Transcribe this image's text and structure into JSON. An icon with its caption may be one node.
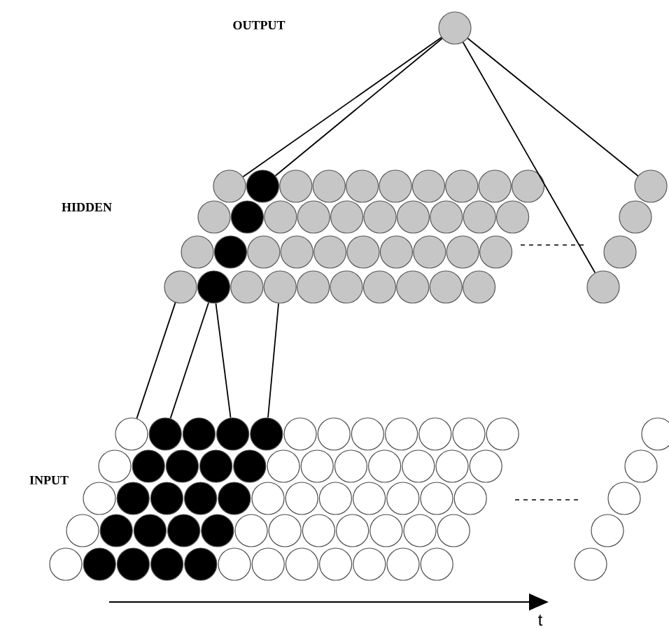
{
  "diagram": {
    "nodes": [
      {
        "text": [],
        "shape": "circle"
      },
      {
        "text": [],
        "shape": "circle"
      },
      {
        "text": [],
        "shape": "circle"
      },
      {
        "text": [],
        "shape": "circle"
      },
      {
        "text": [],
        "shape": "circle"
      },
      {
        "text": [],
        "shape": "circle"
      },
      {
        "text": [],
        "shape": "circle"
      },
      {
        "text": [],
        "shape": "circle"
      },
      {
        "text": [],
        "shape": "circle"
      },
      {
        "text": [],
        "shape": "circle"
      },
      {
        "text": [],
        "shape": "circle"
      },
      {
        "text": [],
        "shape": "circle"
      },
      {
        "text": [],
        "shape": "circle"
      },
      {
        "text": [],
        "shape": "circle"
      },
      {
        "text": [],
        "shape": "circle"
      },
      {
        "text": [],
        "shape": "circle"
      },
      {
        "text": [],
        "shape": "circle"
      },
      {
        "text": [],
        "shape": "circle"
      },
      {
        "text": [],
        "shape": "circle"
      },
      {
        "text": [],
        "shape": "circle"
      },
      {
        "text": [],
        "shape": "circle"
      },
      {
        "text": [],
        "shape": "circle"
      },
      {
        "text": [],
        "shape": "circle"
      },
      {
        "text": [],
        "shape": "circle"
      },
      {
        "text": [],
        "shape": "circle"
      },
      {
        "text": [],
        "shape": "circle"
      },
      {
        "text": [],
        "shape": "circle"
      },
      {
        "text": [],
        "shape": "circle"
      },
      {
        "text": [],
        "shape": "circle"
      },
      {
        "text": [],
        "shape": "circle"
      },
      {
        "text": [],
        "shape": "circle"
      },
      {
        "text": [],
        "shape": "circle"
      },
      {
        "text": [],
        "shape": "circle"
      },
      {
        "text": [],
        "shape": "circle"
      },
      {
        "text": [],
        "shape": "circle"
      },
      {
        "text": [],
        "shape": "circle"
      },
      {
        "text": [],
        "shape": "circle"
      },
      {
        "text": [],
        "shape": "circle"
      },
      {
        "text": [],
        "shape": "circle"
      },
      {
        "text": [],
        "shape": "circle"
      },
      {
        "text": [],
        "shape": "circle"
      },
      {
        "text": [],
        "shape": "circle"
      },
      {
        "text": [],
        "shape": "circle"
      },
      {
        "text": [],
        "shape": "circle"
      },
      {
        "text": [],
        "shape": "circle"
      },
      {
        "text": [],
        "shape": "circle"
      },
      {
        "text": [],
        "shape": "circle"
      },
      {
        "text": [],
        "shape": "circle"
      },
      {
        "text": [],
        "shape": "circle"
      },
      {
        "text": [],
        "shape": "circle"
      },
      {
        "text": [],
        "shape": "circle"
      },
      {
        "text": [],
        "shape": "circle"
      },
      {
        "text": [],
        "shape": "circle"
      },
      {
        "text": [],
        "shape": "circle"
      },
      {
        "text": [],
        "shape": "circle"
      },
      {
        "text": [],
        "shape": "circle"
      },
      {
        "text": [],
        "shape": "circle"
      },
      {
        "text": [],
        "shape": "circle"
      },
      {
        "text": [],
        "shape": "circle"
      },
      {
        "text": [],
        "shape": "circle"
      },
      {
        "text": [],
        "shape": "circle"
      },
      {
        "text": [],
        "shape": "circle"
      },
      {
        "text": [],
        "shape": "circle"
      },
      {
        "text": [],
        "shape": "circle"
      },
      {
        "text": [],
        "shape": "circle"
      },
      {
        "text": [],
        "shape": "circle"
      },
      {
        "text": [],
        "shape": "circle"
      },
      {
        "text": [],
        "shape": "circle"
      },
      {
        "text": [],
        "shape": "circle"
      },
      {
        "text": [],
        "shape": "circle"
      },
      {
        "text": [],
        "shape": "circle"
      },
      {
        "text": [],
        "shape": "circle"
      },
      {
        "text": [],
        "shape": "circle"
      },
      {
        "text": [],
        "shape": "circle"
      },
      {
        "text": [],
        "shape": "circle"
      },
      {
        "text": [],
        "shape": "circle"
      },
      {
        "text": [],
        "shape": "circle"
      },
      {
        "text": [],
        "shape": "circle"
      },
      {
        "text": [],
        "shape": "circle"
      },
      {
        "text": [],
        "shape": "circle"
      },
      {
        "text": [],
        "shape": "circle"
      },
      {
        "text": [],
        "shape": "circle"
      },
      {
        "text": [],
        "shape": "circle"
      },
      {
        "text": [],
        "shape": "circle"
      },
      {
        "text": [],
        "shape": "circle"
      },
      {
        "text": [],
        "shape": "circle"
      },
      {
        "text": [],
        "shape": "circle"
      },
      {
        "text": [],
        "shape": "circle"
      },
      {
        "text": [],
        "shape": "circle"
      },
      {
        "text": [],
        "shape": "circle"
      },
      {
        "text": [],
        "shape": "circle"
      },
      {
        "text": [],
        "shape": "circle"
      },
      {
        "text": [],
        "shape": "circle"
      },
      {
        "text": [],
        "shape": "circle"
      },
      {
        "text": [],
        "shape": "circle"
      },
      {
        "text": [],
        "shape": "circle"
      },
      {
        "text": [],
        "shape": "circle"
      },
      {
        "text": [],
        "shape": "circle"
      },
      {
        "text": [],
        "shape": "circle"
      },
      {
        "text": [],
        "shape": "circle"
      },
      {
        "text": [],
        "shape": "circle"
      },
      {
        "text": [],
        "shape": "circle"
      },
      {
        "text": [],
        "shape": "circle"
      },
      {
        "text": [],
        "shape": "circle"
      },
      {
        "text": [],
        "shape": "circle"
      },
      {
        "text": [],
        "shape": "circle"
      },
      {
        "text": [],
        "shape": "circle"
      },
      {
        "text": [],
        "shape": "circle"
      },
      {
        "text": [],
        "shape": "circle"
      },
      {
        "text": [],
        "shape": "circle"
      }
    ],
    "edges": [
      {
        "from": 0,
        "to": 1,
        "arrow": "none"
      },
      {
        "from": 0,
        "to": 2,
        "arrow": "none"
      },
      {
        "from": 0,
        "to": 11,
        "arrow": "none"
      },
      {
        "from": 0,
        "to": 44,
        "arrow": "none"
      },
      {
        "from": 37,
        "to": 49,
        "arrow": "none"
      },
      {
        "from": 35,
        "to": 48,
        "arrow": "none"
      },
      {
        "from": 34,
        "to": 45,
        "arrow": "none"
      },
      {
        "from": 35,
        "to": 46,
        "arrow": "none"
      }
    ],
    "labels": [
      "OUTPUT",
      "HIDDEN",
      "INPUT",
      "t"
    ]
  }
}
